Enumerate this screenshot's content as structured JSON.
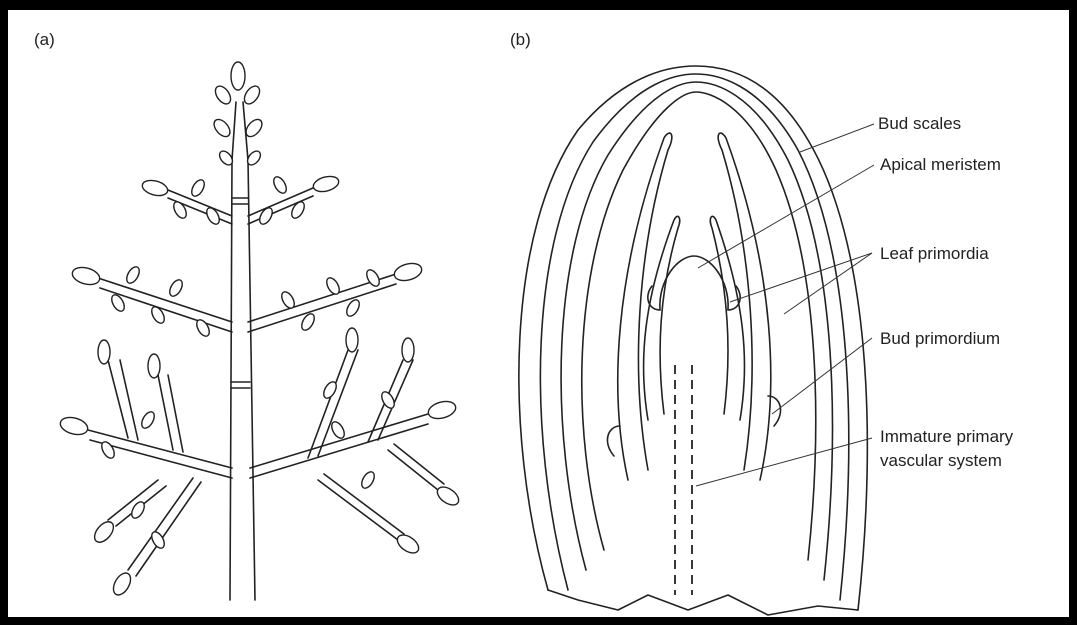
{
  "panels": {
    "a": "(a)",
    "b": "(b)"
  },
  "labels": {
    "bud_scales": "Bud scales",
    "apical_meristem": "Apical meristem",
    "leaf_primordia": "Leaf primordia",
    "bud_primordium": "Bud primordium",
    "vascular_line1": "Immature primary",
    "vascular_line2": "vascular system"
  }
}
